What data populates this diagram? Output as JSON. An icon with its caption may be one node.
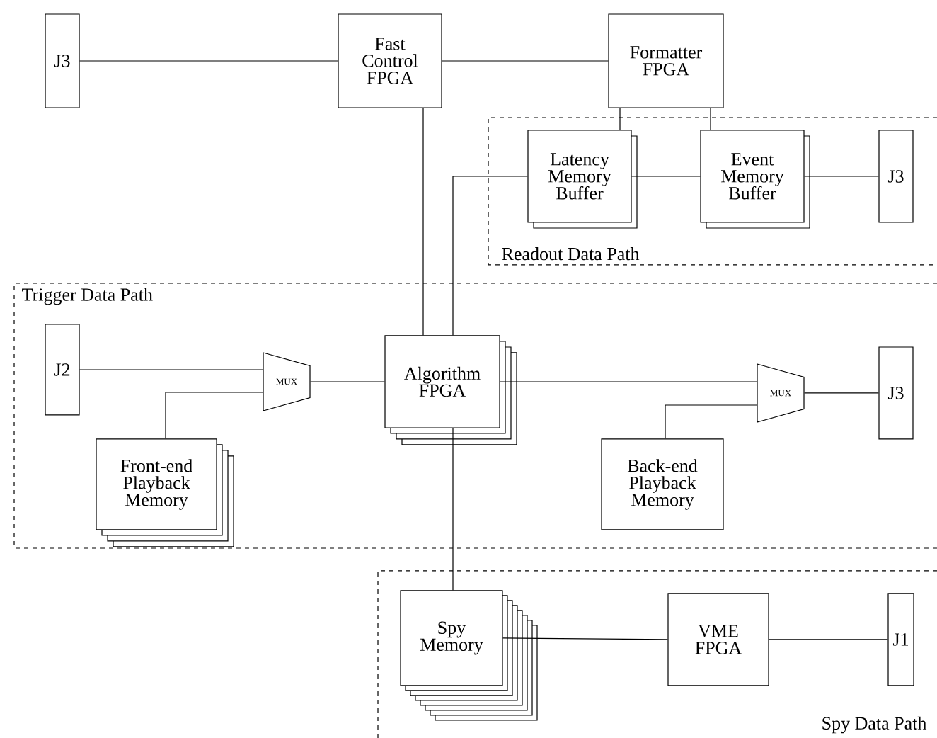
{
  "diagram": {
    "nodes": [
      {
        "text": [
          "J3"
        ]
      },
      {
        "text": [
          "Fast Control FPGA"
        ]
      },
      {
        "text": [
          "Formatter FPGA"
        ]
      },
      {
        "text": [
          "Readout Data Path"
        ]
      },
      {
        "text": [
          "Latency Memory Buffer"
        ],
        "in": 3
      },
      {
        "text": [
          "Event Memory Buffer"
        ],
        "in": 3
      },
      {
        "text": [
          "J3"
        ],
        "in": 3
      },
      {
        "text": [
          "Trigger Data Path"
        ]
      },
      {
        "text": [
          "J2"
        ],
        "in": 7
      },
      {
        "text": [
          "MUX"
        ],
        "in": 7
      },
      {
        "text": [
          "Algorithm FPGA"
        ],
        "in": 7
      },
      {
        "text": [
          "Front-end Playback Memory"
        ],
        "in": 7
      },
      {
        "text": [
          "MUX"
        ],
        "in": 7
      },
      {
        "text": [
          "J3"
        ],
        "in": 7
      },
      {
        "text": [
          "Back-end Playback Memory"
        ],
        "in": 7
      },
      {
        "text": [
          "Spy Data Path"
        ]
      },
      {
        "text": [
          "Spy Memory"
        ],
        "in": 15
      },
      {
        "text": [
          "VME FPGA"
        ],
        "in": 15
      },
      {
        "text": [
          "J1"
        ],
        "in": 15
      }
    ],
    "edges": [
      {
        "from": 0,
        "to": 1,
        "arrow": "none"
      },
      {
        "from": 1,
        "to": 2,
        "arrow": "none"
      },
      {
        "from": 2,
        "to": 4,
        "arrow": "none"
      },
      {
        "from": 2,
        "to": 5,
        "arrow": "none"
      },
      {
        "from": 4,
        "to": 5,
        "arrow": "none"
      },
      {
        "from": 5,
        "to": 6,
        "arrow": "none"
      },
      {
        "from": 1,
        "to": 10,
        "arrow": "none"
      },
      {
        "from": 4,
        "to": 10,
        "arrow": "none"
      },
      {
        "from": 8,
        "to": 9,
        "arrow": "none"
      },
      {
        "from": 11,
        "to": 9,
        "arrow": "none"
      },
      {
        "from": 9,
        "to": 10,
        "arrow": "none"
      },
      {
        "from": 10,
        "to": 12,
        "arrow": "none"
      },
      {
        "from": 14,
        "to": 12,
        "arrow": "none"
      },
      {
        "from": 12,
        "to": 13,
        "arrow": "none"
      },
      {
        "from": 10,
        "to": 16,
        "arrow": "none"
      },
      {
        "from": 16,
        "to": 17,
        "arrow": "none"
      },
      {
        "from": 17,
        "to": 18,
        "arrow": "none"
      }
    ]
  }
}
